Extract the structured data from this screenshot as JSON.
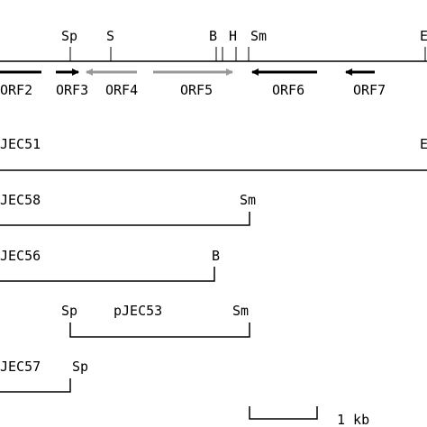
{
  "map": {
    "sites": [
      {
        "id": "sp",
        "label": "Sp"
      },
      {
        "id": "s",
        "label": "S"
      },
      {
        "id": "b",
        "label": "B"
      },
      {
        "id": "h",
        "label": "H"
      },
      {
        "id": "sm",
        "label": "Sm"
      },
      {
        "id": "edge",
        "label": "E"
      }
    ],
    "orfs": [
      {
        "id": "orf2",
        "label": "ORF2",
        "direction": "right",
        "color": "#000000"
      },
      {
        "id": "orf3",
        "label": "ORF3",
        "direction": "right",
        "color": "#000000"
      },
      {
        "id": "orf4",
        "label": "ORF4",
        "direction": "left",
        "color": "#999999"
      },
      {
        "id": "orf5",
        "label": "ORF5",
        "direction": "right",
        "color": "#999999"
      },
      {
        "id": "orf6",
        "label": "ORF6",
        "direction": "left",
        "color": "#000000"
      },
      {
        "id": "orf7",
        "label": "ORF7",
        "direction": "left",
        "color": "#000000"
      }
    ]
  },
  "clones": [
    {
      "id": "pjec51",
      "name": "JEC51",
      "right_site": "E"
    },
    {
      "id": "pjec58",
      "name": "JEC58",
      "right_site": "Sm"
    },
    {
      "id": "pjec56",
      "name": "JEC56",
      "right_site": "B"
    },
    {
      "id": "pjec53",
      "name": "pJEC53",
      "left_site": "Sp",
      "right_site": "Sm"
    },
    {
      "id": "pjec57",
      "name": "JEC57",
      "right_site": "Sp"
    }
  ],
  "scale_bar": {
    "label": "1 kb"
  }
}
